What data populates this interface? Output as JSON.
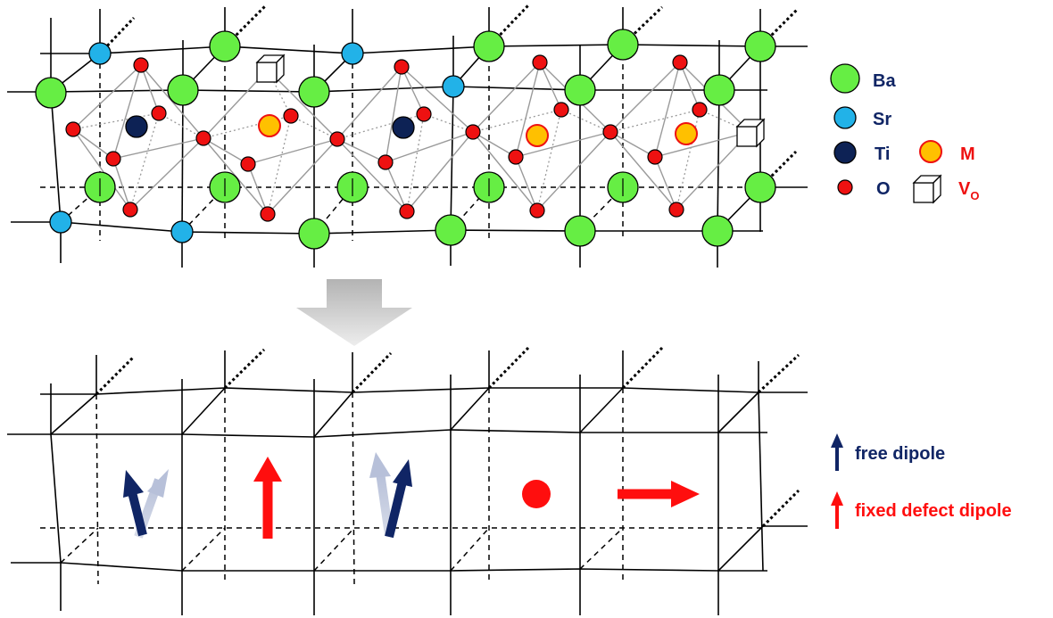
{
  "colors": {
    "ba": "#66ee44",
    "sr": "#22b2e8",
    "ti": "#0d2255",
    "m_fill": "#ffc000",
    "m_edge": "#ee1111",
    "o": "#ee1111",
    "free_dipole": "#102565",
    "free_dipole_ghost": "#c4cbe0",
    "fixed_dipole": "#ff0e0e",
    "label_dark": "#102565",
    "label_red": "#ee1111"
  },
  "legend": {
    "ba": "Ba",
    "sr": "Sr",
    "ti": "Ti",
    "m": "M",
    "o": "O",
    "vo_main": "V",
    "vo_sub": "O"
  },
  "dipole_legend": {
    "free": "free dipole",
    "fixed": "fixed defect dipole"
  }
}
